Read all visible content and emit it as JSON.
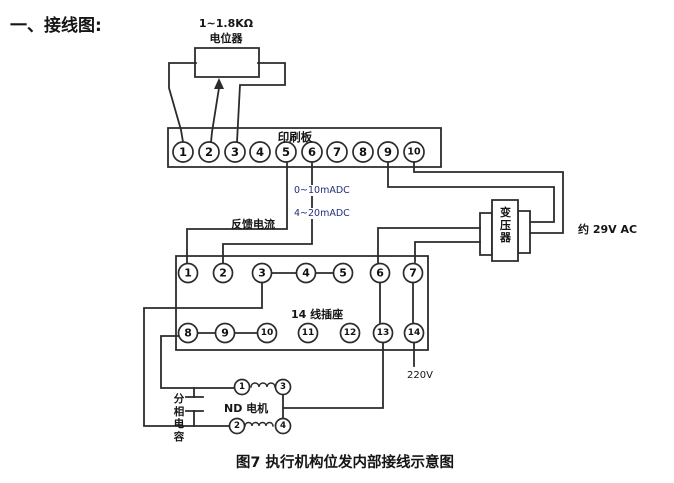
{
  "page": {
    "heading": "一、接线图:",
    "caption": "图7  执行机构位发内部接线示意图"
  },
  "potentiometer": {
    "value": "1~1.8KΩ",
    "label": "电位器"
  },
  "printed_board": {
    "label": "印刷板",
    "terminals": [
      "1",
      "2",
      "3",
      "4",
      "5",
      "6",
      "7",
      "8",
      "9",
      "10"
    ]
  },
  "signals": {
    "range_top": "0~10mADC",
    "range_bottom": "4~20mADC",
    "feedback": "反馈电流"
  },
  "transformer": {
    "label": "变压器",
    "output": "约 29V AC"
  },
  "socket": {
    "label": "14 线插座",
    "top_terminals": [
      "1",
      "2",
      "3",
      "4",
      "5",
      "6",
      "7"
    ],
    "bottom_terminals": [
      "8",
      "9",
      "10",
      "11",
      "12",
      "13",
      "14"
    ],
    "supply": "220V"
  },
  "motor": {
    "label": "ND 电机",
    "capacitor_label": "分相电容",
    "winding1_terminals": [
      "1",
      "3"
    ],
    "winding2_terminals": [
      "2",
      "4"
    ]
  },
  "colors": {
    "line": "#2b2b2b",
    "text": "#111111",
    "signal_text": "#22307a",
    "background": "#ffffff"
  }
}
